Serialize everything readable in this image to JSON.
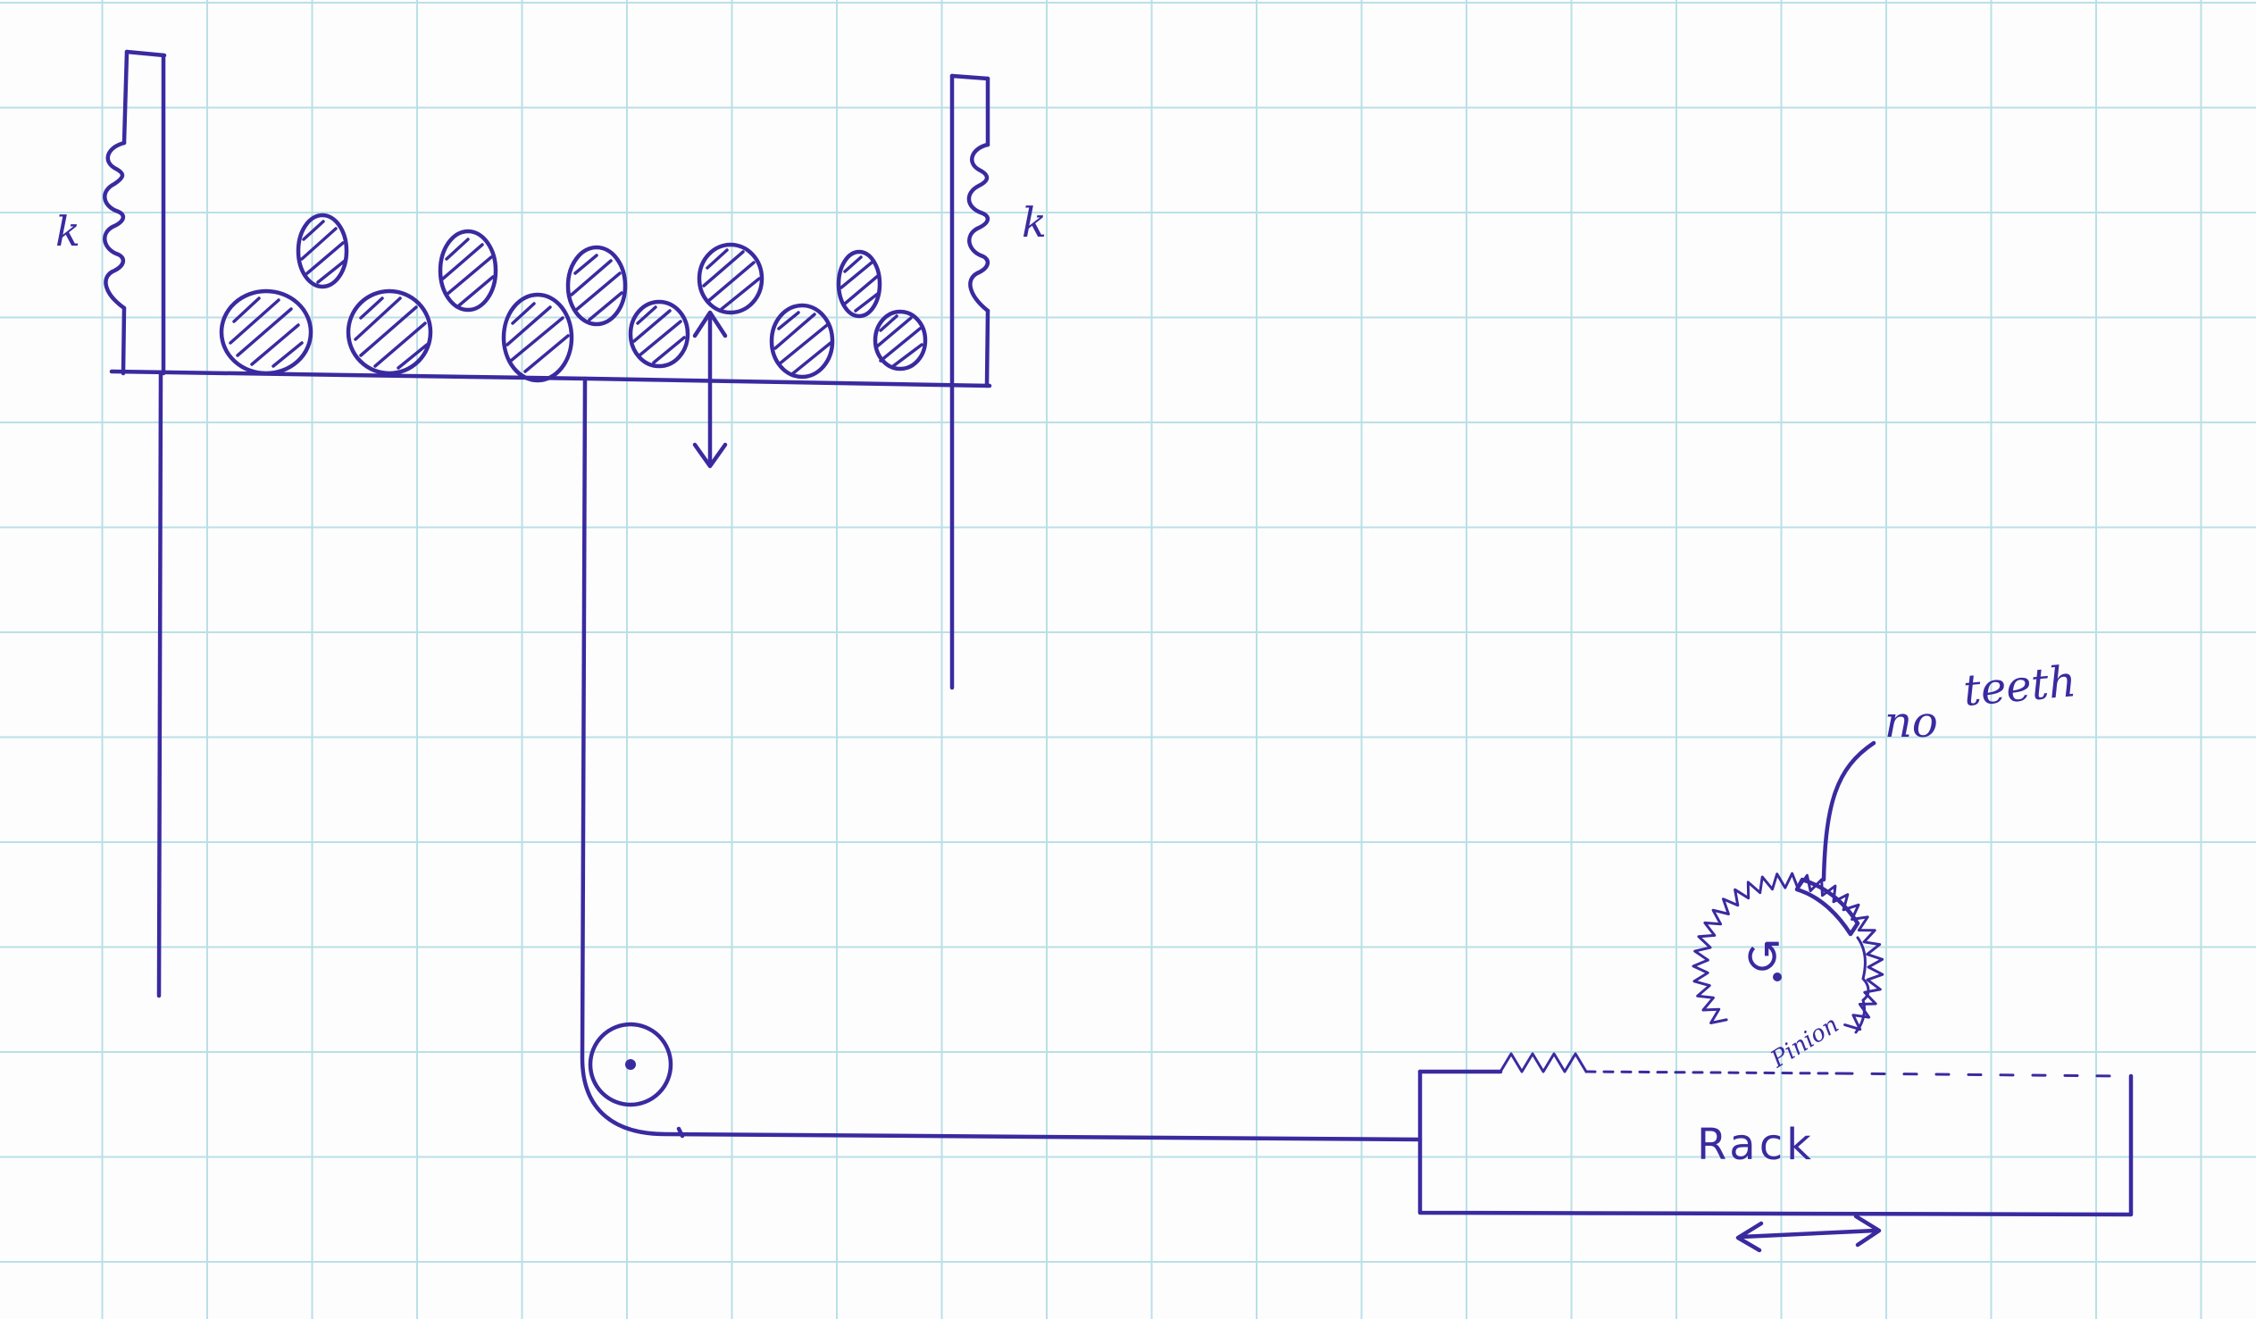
{
  "labels": {
    "spring_left": "k",
    "spring_right": "k",
    "rack": "Rack",
    "pinion": "Pinion",
    "rotation_symbol": "↺",
    "no_teeth_1": "no",
    "no_teeth_2": "teeth"
  },
  "icons": {
    "vertical_motion": "double-arrow-vertical-icon",
    "horizontal_motion": "double-arrow-horizontal-icon",
    "rotation": "rotation-arrow-icon"
  },
  "colors": {
    "ink": "#3a2aa0",
    "grid": "#b9e0e6",
    "paper": "#fdfdfd"
  }
}
